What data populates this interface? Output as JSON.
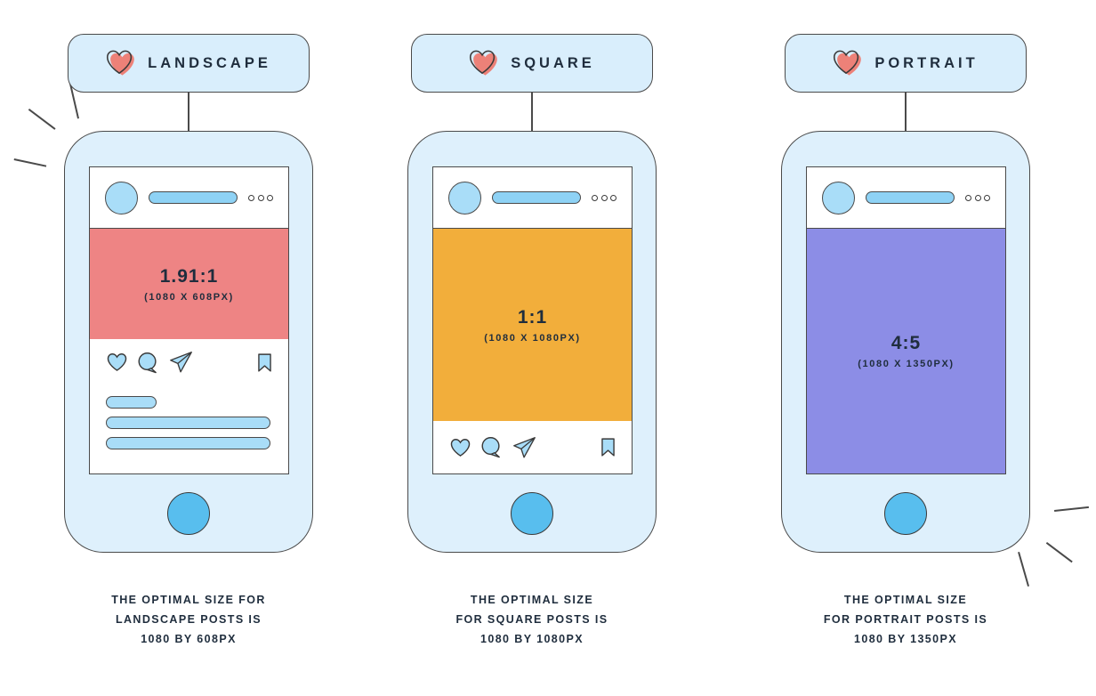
{
  "infographic": {
    "columns": [
      {
        "id": "landscape",
        "label": "LANDSCAPE",
        "ratio": "1.91:1",
        "dimensions": "(1080 X 608PX)",
        "media_color": "#ee8484",
        "caption_lines": [
          "THE OPTIMAL SIZE FOR",
          "LANDSCAPE POSTS IS",
          "1080 BY 608PX"
        ]
      },
      {
        "id": "square",
        "label": "SQUARE",
        "ratio": "1:1",
        "dimensions": "(1080 X 1080PX)",
        "media_color": "#f2ae3b",
        "caption_lines": [
          "THE OPTIMAL SIZE",
          "FOR SQUARE POSTS IS",
          "1080 BY 1080PX"
        ]
      },
      {
        "id": "portrait",
        "label": "PORTRAIT",
        "ratio": "4:5",
        "dimensions": "(1080 X 1350PX)",
        "media_color": "#8c8de6",
        "caption_lines": [
          "THE OPTIMAL SIZE",
          "FOR PORTRAIT POSTS IS",
          "1080 BY 1350PX"
        ]
      }
    ],
    "colors": {
      "phone_fill": "#def0fc",
      "label_pill_fill": "#d9eefc",
      "outline": "#4a4a4a",
      "avatar_blue": "#a9ddf8",
      "bar_blue": "#8ed2f5",
      "icon_blue": "#a9ddf8",
      "home_button_blue": "#58beee",
      "heart_sticker_fill": "#ed8178",
      "text_navy": "#1f2d3d",
      "landscape_media": "#ee8484",
      "square_media": "#f2ae3b",
      "portrait_media": "#8c8de6"
    },
    "icons": {
      "label_icon": "heart-sticker-icon",
      "header_icons": [
        "avatar",
        "username-placeholder-bar",
        "more-options-icon"
      ],
      "action_icons": [
        "heart-icon",
        "comment-icon",
        "share-icon",
        "bookmark-icon"
      ]
    }
  }
}
